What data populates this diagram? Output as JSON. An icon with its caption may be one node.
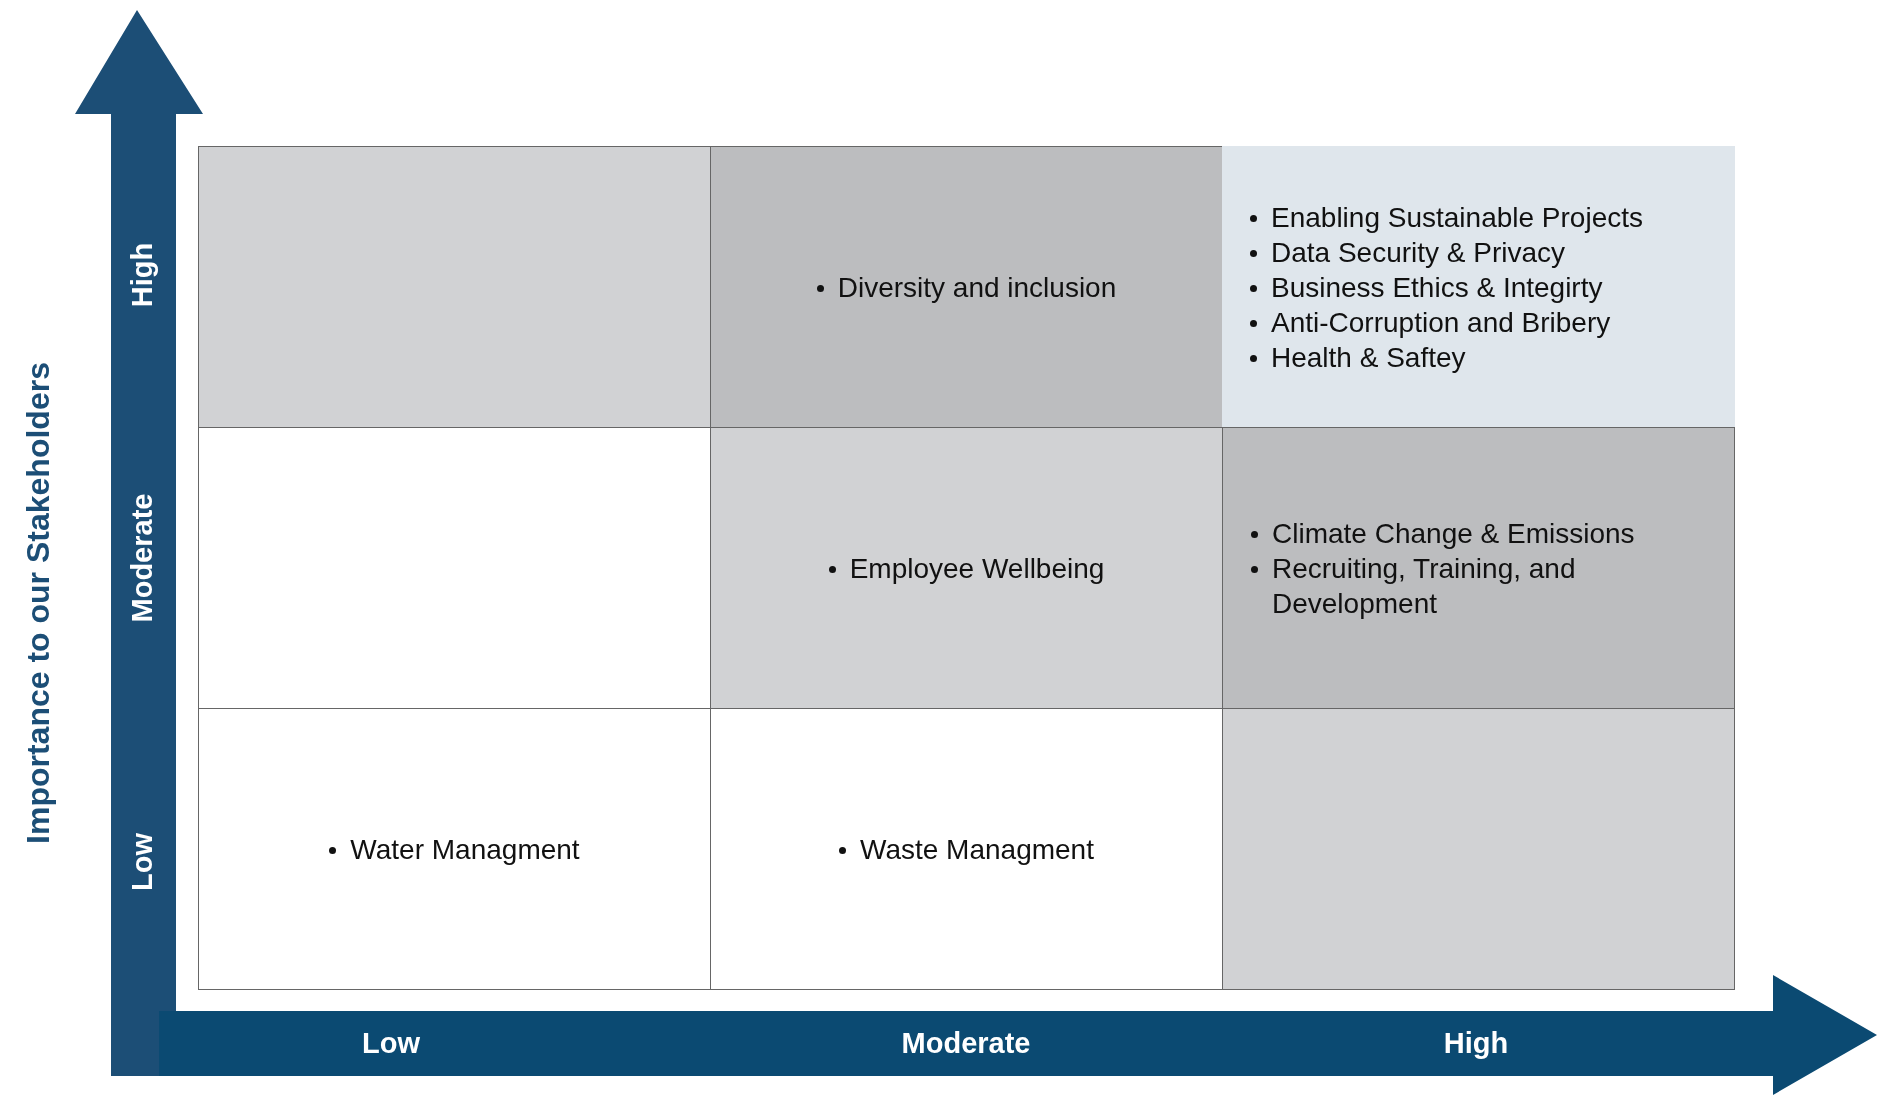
{
  "diagram": {
    "nodes": [
      {
        "text": [],
        "shape": "box"
      },
      {
        "text": [
          "Diversity and inclusion"
        ]
      },
      {
        "text": [
          "Enabling Sustainable Projects",
          "Data Security & Privacy",
          "Business Ethics & Integirty",
          "Anti-Corruption and Bribery",
          "Health & Saftey"
        ]
      },
      {
        "text": [],
        "shape": "box"
      },
      {
        "text": [
          "Employee Wellbeing"
        ]
      },
      {
        "text": [
          "Climate Change & Emissions",
          "Recruiting, Training, and Development"
        ]
      },
      {
        "text": [
          "Water Managment"
        ]
      },
      {
        "text": [
          "Waste Managment"
        ]
      },
      {
        "text": [],
        "shape": "box"
      }
    ],
    "labels": [
      "Importance to our Stakeholders",
      "High",
      "Moderate",
      "Low",
      "Low",
      "Moderate",
      "High"
    ]
  }
}
